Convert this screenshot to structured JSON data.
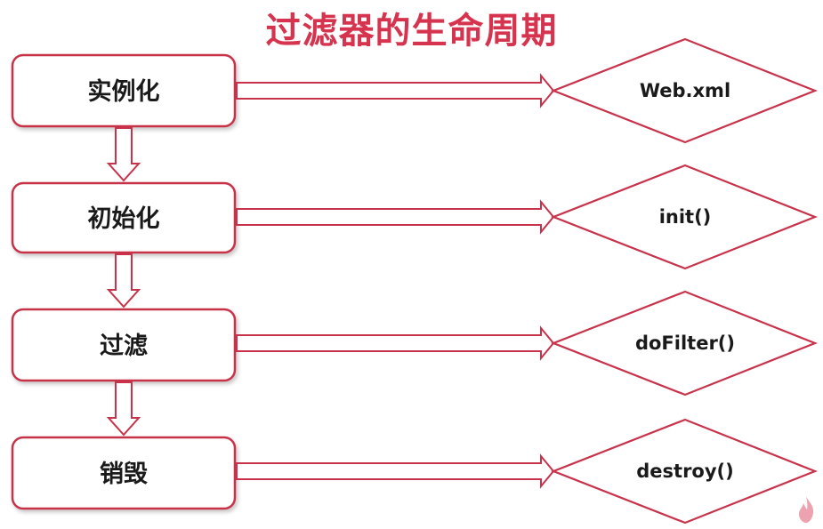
{
  "title": "过滤器的生命周期",
  "colors": {
    "border": "#c8324a",
    "title": "#d6334f",
    "fill": "#ffffff",
    "text": "#1a1a1a"
  },
  "stages": [
    {
      "label": "实例化",
      "method": "Web.xml"
    },
    {
      "label": "初始化",
      "method": "init()"
    },
    {
      "label": "过滤",
      "method": "doFilter()"
    },
    {
      "label": "销毁",
      "method": "destroy()"
    }
  ]
}
